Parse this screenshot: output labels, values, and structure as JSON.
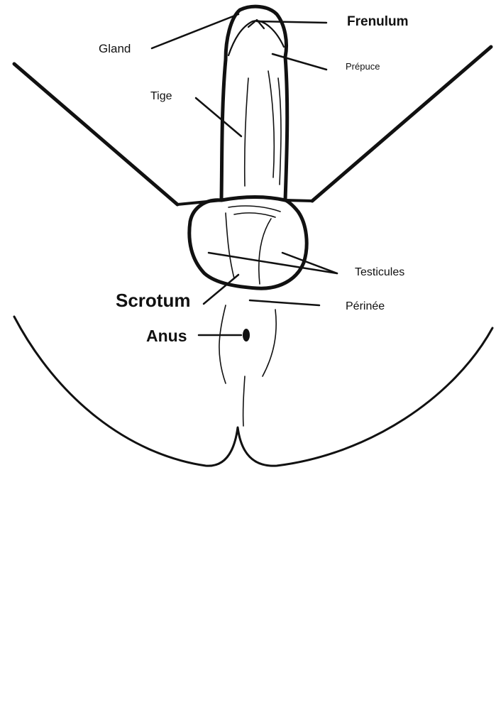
{
  "diagram": {
    "labels": {
      "frenulum": "Frenulum",
      "gland": "Gland",
      "prepuce": "Prépuce",
      "tige": "Tige",
      "testicules": "Testicules",
      "scrotum": "Scrotum",
      "perinee": "Périnée",
      "anus": "Anus"
    },
    "colors": {
      "line": "#111111",
      "background": "#ffffff"
    }
  }
}
